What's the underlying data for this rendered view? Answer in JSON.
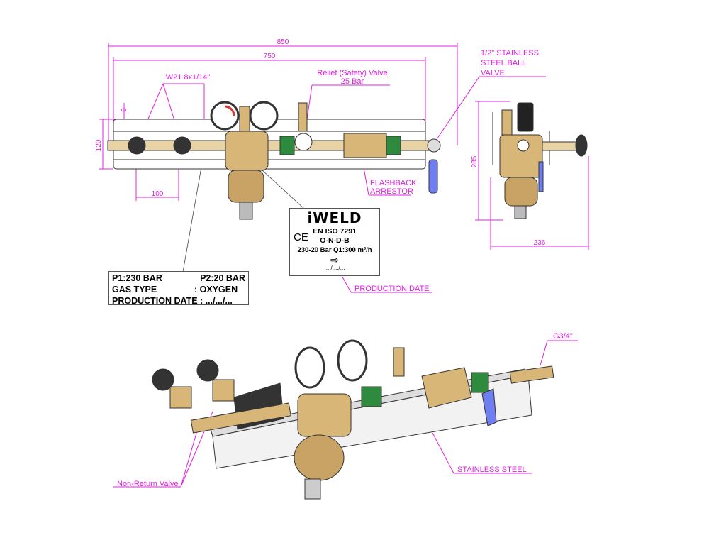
{
  "dimensions": {
    "overall_length": "850",
    "plate_length": "750",
    "height_front": "120",
    "slot_offset": "9",
    "inlet_spacing": "100",
    "side_height": "285",
    "side_depth": "236"
  },
  "callouts": {
    "inlet_thread": "W21.8x1/14\"",
    "relief_valve_line1": "Relief (Safety) Valve",
    "relief_valve_line2": "25 Bar",
    "ball_valve_line1": "1/2\" STAINLESS",
    "ball_valve_line2": "STEEL BALL",
    "ball_valve_line3": "VALVE",
    "flashback_line1": "FLASHBACK",
    "flashback_line2": "ARRESTOR",
    "production_date": "PRODUCTION DATE",
    "outlet_thread": "G3/4\"",
    "material": "STAINLESS STEEL",
    "non_return": "Non-Return Valve"
  },
  "label_plate": {
    "p1": "P1:230 BAR",
    "p2": "P2:20 BAR",
    "gas_type_label": "GAS TYPE",
    "gas_type_value": ": OXYGEN",
    "production_date": "PRODUCTION DATE : .../.../..."
  },
  "regulator_label": {
    "brand": "iWELD",
    "ce_mark": "CE",
    "standard": "EN ISO 7291",
    "code": "O-N-D-B",
    "rating": "230-20 Bar  Q1:300 m³/h",
    "date": "..../..../..."
  },
  "colors": {
    "dimension": "#e020e0",
    "brass": "#c9a366",
    "green": "#2e8b3e",
    "handle": "#6f7ef0"
  }
}
